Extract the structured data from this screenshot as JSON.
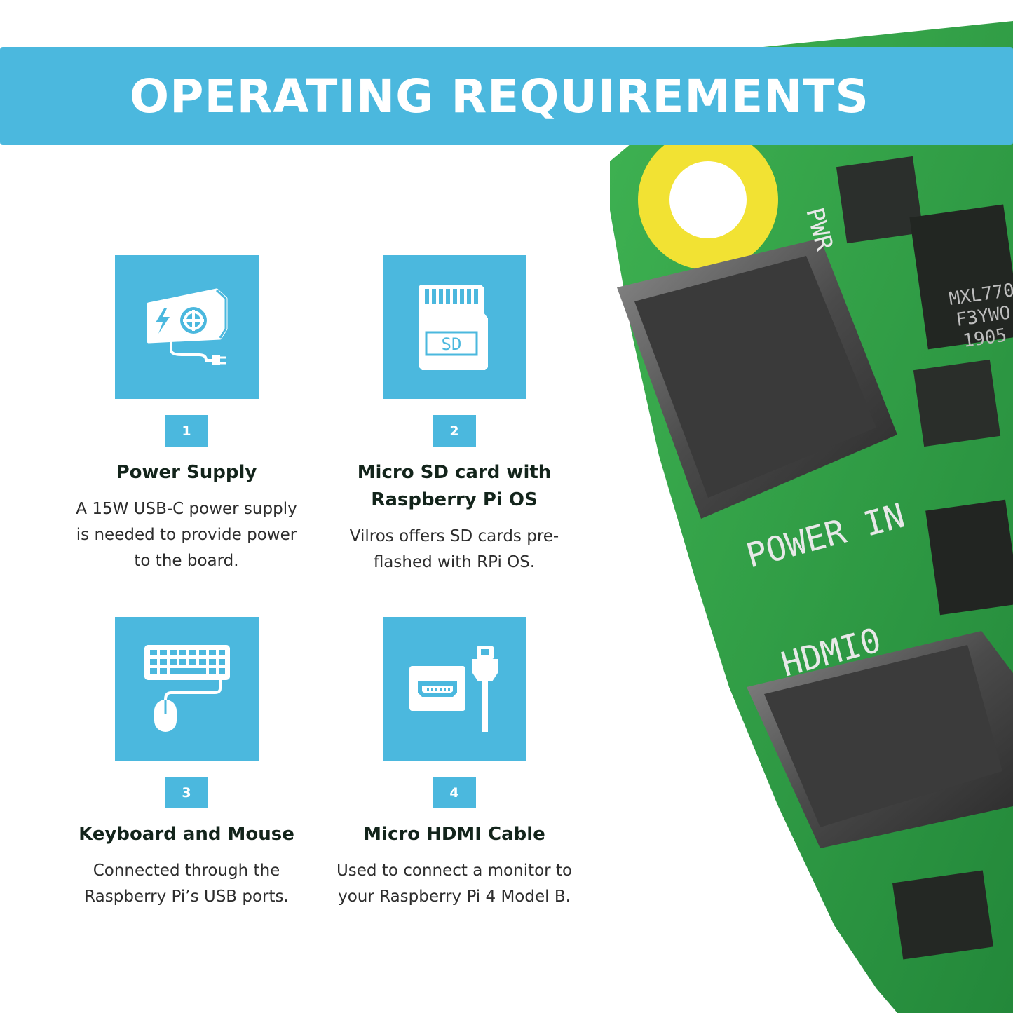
{
  "header": {
    "title": "OPERATING REQUIREMENTS"
  },
  "colors": {
    "accent": "#4bb8de",
    "heading": "#13241b",
    "text": "#2d2d2d",
    "board_green": "#2e9e48"
  },
  "requirements": [
    {
      "number": "1",
      "icon": "power-supply-icon",
      "title": "Power Supply",
      "description": "A 15W USB-C power supply is needed to provide power to the board."
    },
    {
      "number": "2",
      "icon": "sd-card-icon",
      "title": "Micro SD card with Raspberry Pi OS",
      "description": "Vilros offers SD cards pre-flashed with RPi OS."
    },
    {
      "number": "3",
      "icon": "keyboard-mouse-icon",
      "title": "Keyboard and Mouse",
      "description": "Connected through the Raspberry Pi’s USB ports."
    },
    {
      "number": "4",
      "icon": "hdmi-cable-icon",
      "title": "Micro HDMI Cable",
      "description": "Used to connect a monitor to your Raspberry Pi 4 Model B."
    }
  ],
  "board": {
    "labels": [
      "PWR",
      "POWER IN",
      "HDMI0"
    ],
    "chip_text": [
      "MXL770",
      "F3YWO",
      "1905"
    ]
  }
}
